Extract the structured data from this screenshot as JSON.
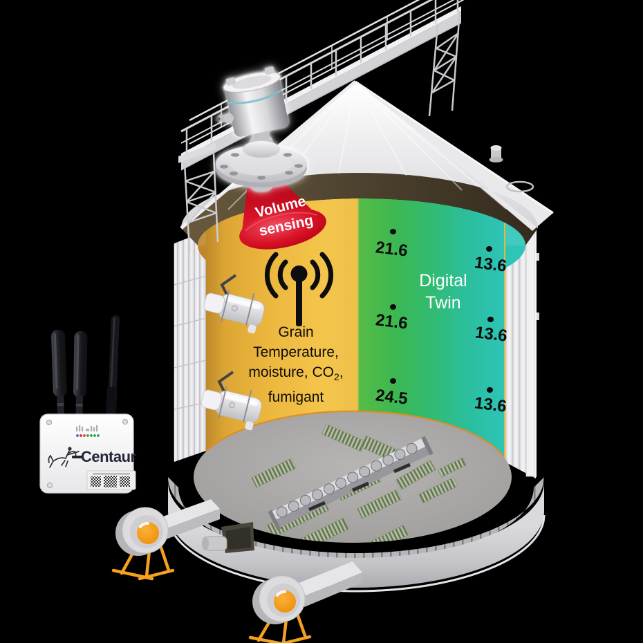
{
  "scene": {
    "description": "Cutaway smart grain silo with digital-twin temperature map, volume sensor, wireless grain sensors, aeration fans and IoT gateway",
    "background": "#000000"
  },
  "volume_sensor": {
    "line1": "Volume",
    "line2": "sensing",
    "beam_color": "#d81527"
  },
  "digital_twin": {
    "line1": "Digital",
    "line2": "Twin",
    "text_color": "#ffffff"
  },
  "grain_sensing": {
    "line1": "Grain",
    "line2": "Temperature,",
    "line3_prefix": "moisture, CO",
    "line3_subscript": "2",
    "line3_suffix": ",",
    "line4": "fumigant",
    "icon": "broadcast-antenna-icon"
  },
  "readings": {
    "left": [
      {
        "value": "21.6"
      },
      {
        "value": "21.6"
      },
      {
        "value": "24.5"
      }
    ],
    "right": [
      {
        "value": "13.6"
      },
      {
        "value": "13.6"
      },
      {
        "value": "13.6"
      }
    ]
  },
  "gateway": {
    "brand": "Centaur"
  },
  "colors": {
    "grain_warm": "#EDB83F",
    "twin_green": "#3CB852",
    "twin_teal": "#2EC4B8",
    "beam_red": "#D81527",
    "fan_orange": "#F29B1D",
    "structure_grey": "#E9E9EC"
  }
}
